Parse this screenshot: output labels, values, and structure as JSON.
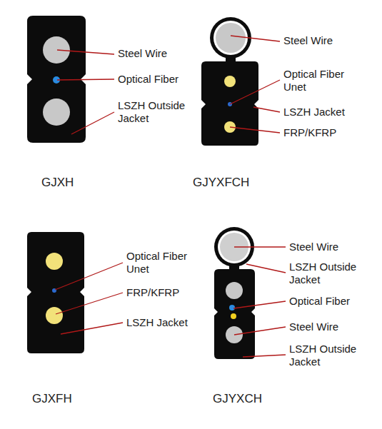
{
  "diagram": {
    "labels": [
      "Steel Wire",
      "Optical Fiber",
      "LSZH Outside Jacket",
      "GJXH",
      "Steel Wire",
      "Optical Fiber Unet",
      "LSZH Jacket",
      "FRP/KFRP",
      "GJYXFCH",
      "Optical Fiber Unet",
      "FRP/KFRP",
      "LSZH Jacket",
      "GJXFH",
      "Steel Wire",
      "LSZH Outside Jacket",
      "Optical Fiber",
      "Steel Wire",
      "LSZH Outside Jacket",
      "GJYXCH"
    ]
  }
}
